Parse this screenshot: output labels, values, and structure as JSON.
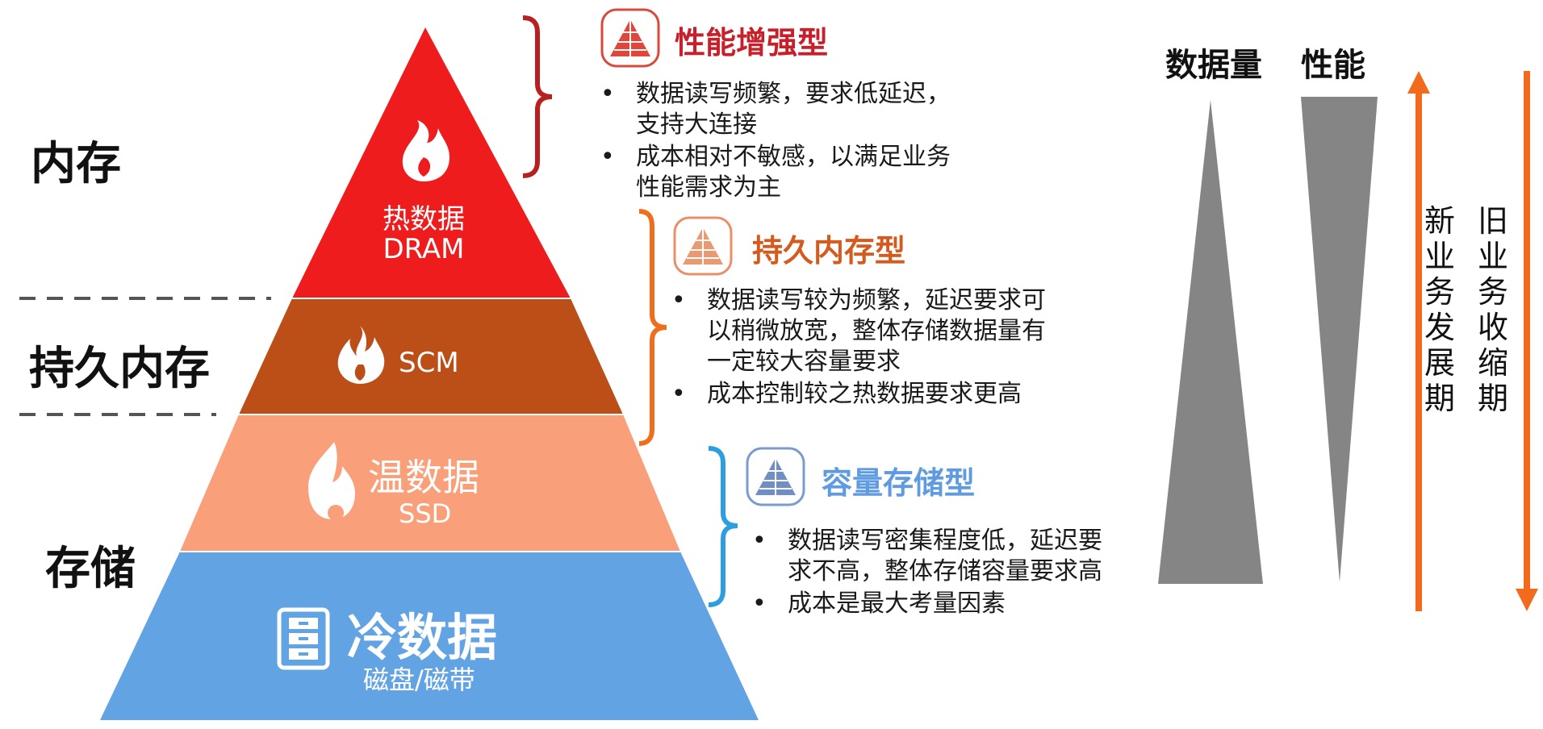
{
  "left_labels": {
    "memory": "内存",
    "persistent_memory": "持久内存",
    "storage": "存储"
  },
  "pyramid": {
    "hot": {
      "title": "热数据",
      "subtitle": "DRAM",
      "color": "#ee1c1c",
      "icon": "fire-icon"
    },
    "scm": {
      "title": "SCM",
      "color": "#bb4f17",
      "icon": "flame-icon"
    },
    "warm": {
      "title": "温数据",
      "subtitle": "SSD",
      "color": "#f99f7a",
      "icon": "warm-flame-icon"
    },
    "cold": {
      "title": "冷数据",
      "subtitle": "磁盘/磁带",
      "color": "#62a3e3",
      "icon": "cabinet-icon"
    }
  },
  "categories": [
    {
      "title": "性能增强型",
      "color": "#c8202a",
      "icon": "pyramid-icon",
      "bullets": [
        "数据读写频繁，要求低延迟，\n支持大连接",
        "成本相对不敏感，以满足业务\n性能需求为主"
      ]
    },
    {
      "title": "持久内存型",
      "color": "#d45a1e",
      "icon": "pyramid-icon",
      "bullets": [
        "数据读写较为频繁，延迟要求可\n以稍微放宽，整体存储数据量有\n一定较大容量要求",
        "成本控制较之热数据要求更高"
      ]
    },
    {
      "title": "容量存储型",
      "color": "#5f9be0",
      "icon": "pyramid-icon",
      "bullets": [
        "数据读写密集程度低，延迟要\n求不高，整体存储容量要求高",
        "成本是最大考量因素"
      ]
    }
  ],
  "right": {
    "data_volume_label": "数据量",
    "performance_label": "性能",
    "new_business": "新业务发展期",
    "old_business": "旧业务收缩期",
    "arrow_color": "#f26b1d",
    "wedge_color": "#858585"
  }
}
